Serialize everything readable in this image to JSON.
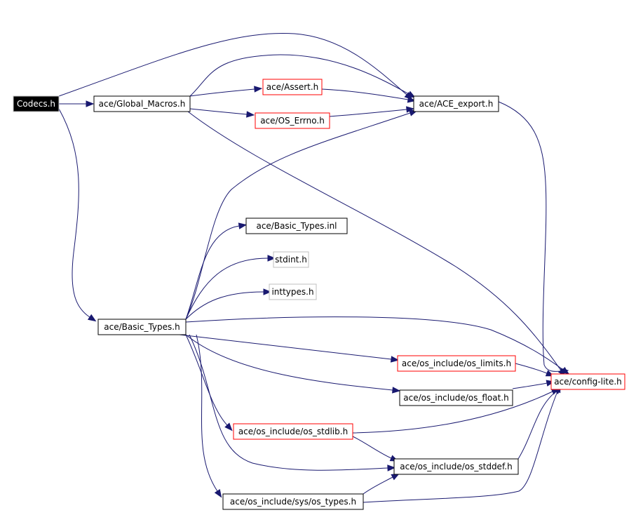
{
  "colors": {
    "edge": "#191970",
    "root_fill": "#000000",
    "root_text": "#ffffff",
    "node_fill": "#ffffff",
    "node_text": "#000000",
    "border_normal": "#000000",
    "border_red": "#ff0000",
    "border_gray": "#bfbfbf"
  },
  "nodes": {
    "codecs": "Codecs.h",
    "global_macros": "ace/Global_Macros.h",
    "assert": "ace/Assert.h",
    "os_errno": "ace/OS_Errno.h",
    "ace_export": "ace/ACE_export.h",
    "config_lite": "ace/config-lite.h",
    "basic_types_inl": "ace/Basic_Types.inl",
    "stdint": "stdint.h",
    "inttypes": "inttypes.h",
    "basic_types": "ace/Basic_Types.h",
    "os_limits": "ace/os_include/os_limits.h",
    "os_float": "ace/os_include/os_float.h",
    "os_stdlib": "ace/os_include/os_stdlib.h",
    "os_stddef": "ace/os_include/os_stddef.h",
    "os_types": "ace/os_include/sys/os_types.h"
  },
  "edges": [
    [
      "codecs",
      "global_macros"
    ],
    [
      "codecs",
      "ace_export"
    ],
    [
      "codecs",
      "basic_types"
    ],
    [
      "global_macros",
      "assert"
    ],
    [
      "global_macros",
      "os_errno"
    ],
    [
      "global_macros",
      "ace_export"
    ],
    [
      "global_macros",
      "config_lite"
    ],
    [
      "assert",
      "ace_export"
    ],
    [
      "os_errno",
      "ace_export"
    ],
    [
      "ace_export",
      "config_lite"
    ],
    [
      "basic_types",
      "ace_export"
    ],
    [
      "basic_types",
      "basic_types_inl"
    ],
    [
      "basic_types",
      "stdint"
    ],
    [
      "basic_types",
      "inttypes"
    ],
    [
      "basic_types",
      "config_lite"
    ],
    [
      "basic_types",
      "os_limits"
    ],
    [
      "basic_types",
      "os_float"
    ],
    [
      "basic_types",
      "os_stdlib"
    ],
    [
      "basic_types",
      "os_stddef"
    ],
    [
      "basic_types",
      "os_types"
    ],
    [
      "os_limits",
      "config_lite"
    ],
    [
      "os_float",
      "config_lite"
    ],
    [
      "os_stdlib",
      "config_lite"
    ],
    [
      "os_stdlib",
      "os_stddef"
    ],
    [
      "os_stddef",
      "config_lite"
    ],
    [
      "os_types",
      "os_stddef"
    ],
    [
      "os_types",
      "config_lite"
    ]
  ]
}
